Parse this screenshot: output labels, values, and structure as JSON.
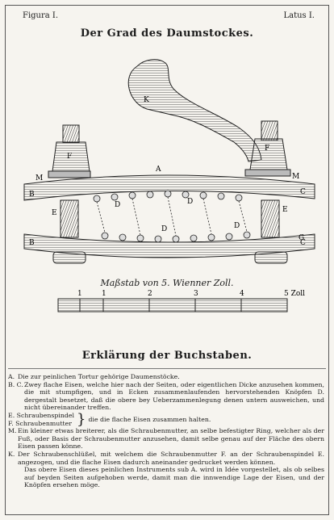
{
  "header": {
    "figure_label": "Figura I.",
    "side_label": "Latus I.",
    "title": "Der Grad des Daumstockes."
  },
  "figure": {
    "letters": {
      "K": "K",
      "A": "A",
      "B": "B",
      "C": "C",
      "D": "D",
      "E": "E",
      "F": "F",
      "M": "M",
      "G": "G"
    },
    "scale_caption": "Maßstab von 5. Wienner Zoll.",
    "scale_ticks": [
      "1",
      "1",
      "2",
      "3",
      "4",
      "5 Zoll"
    ]
  },
  "legend": {
    "title": "Erklärung der Buchstaben.",
    "entries": [
      {
        "key": "A.",
        "text": "Die zur peinlichen Tortur gehörige Daumenstöcke."
      },
      {
        "key": "B. C.",
        "text": "Zwey flache Eisen, welche hier nach der Seiten, oder eigentlichen Dicke anzusehen kommen, die mit stumpfigen, und in Ecken zusammenlaufenden hervorstehenden Knöpfen D. dergestalt besetzet, daß die obere bey Ueberzammenlegung denen untern ausweichen, und nicht übereinander treffen."
      }
    ],
    "brace_keys": [
      "E. Schraubenspindel",
      "F. Schraubenmutter"
    ],
    "brace_text": "die die flache Eisen zusammen halten.",
    "entries2": [
      {
        "key": "M.",
        "text": "Ein kleiner etwas breiterer, als die Schraubenmutter, an selbe befestigter Ring, welcher als der Fuß, oder Basis der Schraubenmutter anzusehen, damit selbe genau auf der Fläche des obern Eisen passen könne."
      },
      {
        "key": "K.",
        "text": "Der Schraubenschlüßel, mit welchem die Schraubenmutter F. an der Schraubenspindel E. angezogen, und die flache Eisen dadurch aneinander gedrucket werden können."
      }
    ],
    "closing": "Das obere Eisen dieses peinlichen Instruments sub A. wird in Idée vorgestellet, als ob selbes auf beyden Seiten aufgehoben werde, damit man die innwendige Lage der Eisen, und der Knöpfen ersehen möge."
  }
}
